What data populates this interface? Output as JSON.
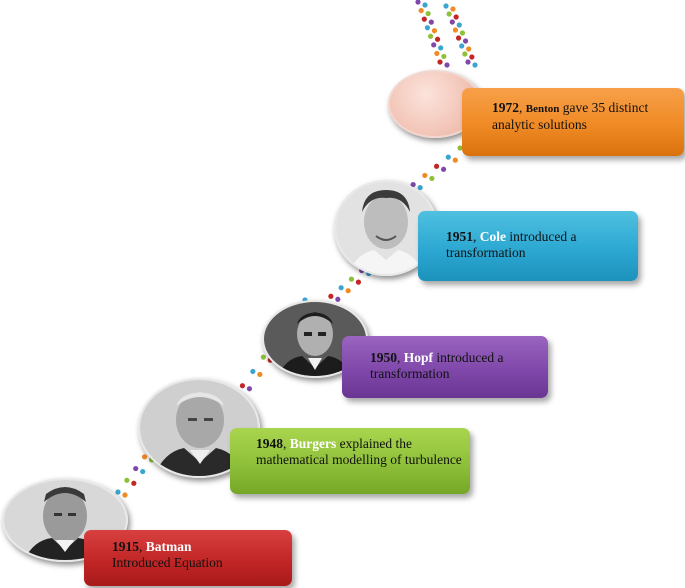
{
  "timeline": [
    {
      "year": "1915",
      "sep": ", ",
      "name": "Batman",
      "pre": "",
      "text": "Introduced Equation"
    },
    {
      "year": "1948",
      "sep": ", ",
      "name": "Burgers",
      "pre": "",
      "text": "explained the mathematical modelling of turbulence"
    },
    {
      "year": "1950",
      "sep": ", ",
      "name": "Hopf",
      "pre": "",
      "text": "introduced a transformation"
    },
    {
      "year": "1951",
      "sep": ",  ",
      "name": "Cole",
      "pre": "",
      "text": "introduced a transformation"
    },
    {
      "year": "1972",
      "sep": ", ",
      "name": "Benton",
      "pre": "",
      "text": "gave 35 distinct analytic solutions"
    }
  ],
  "colors": {
    "red": "#c22626",
    "green": "#8fc03a",
    "purple": "#7f48aa",
    "blue": "#2ca8d2",
    "orange": "#f08a24",
    "dot_palette": [
      "#3aa6d0",
      "#f08a24",
      "#8fc03a",
      "#c22626",
      "#7f48aa"
    ]
  }
}
